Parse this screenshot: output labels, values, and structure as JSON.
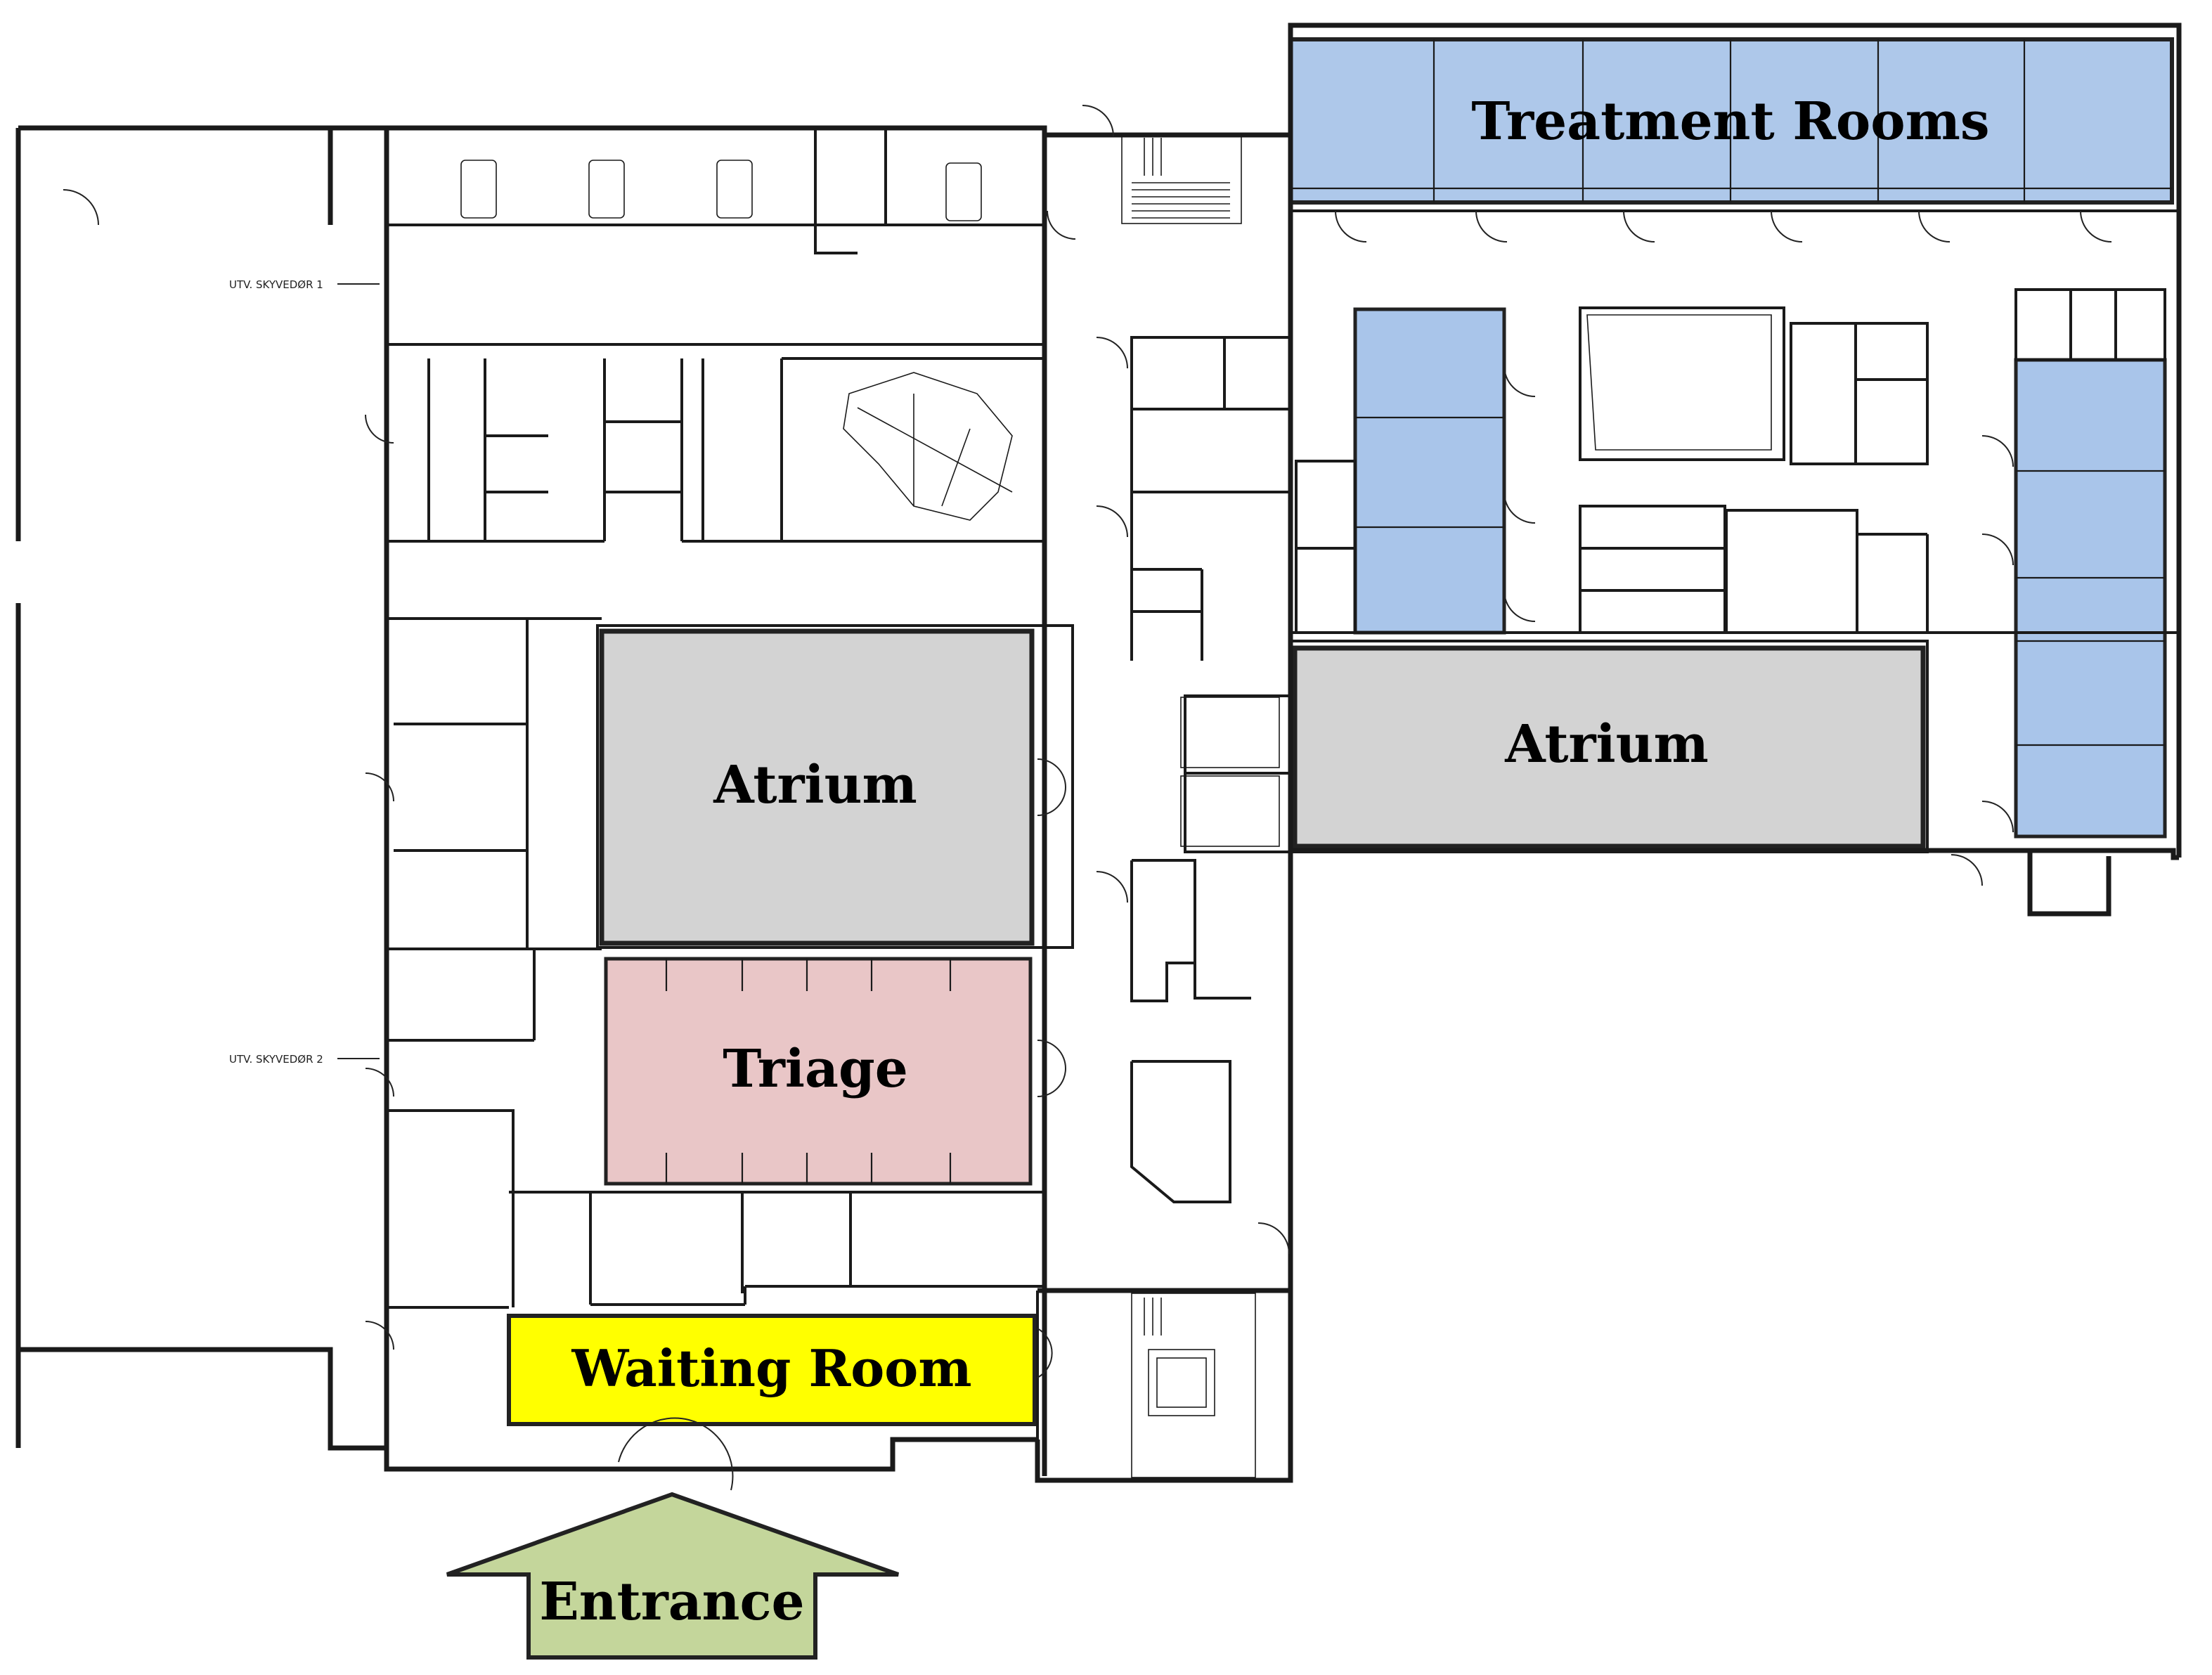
{
  "rooms": {
    "treatment_rooms": {
      "label": "Treatment Rooms",
      "fill": "#aec8ea"
    },
    "atrium_left": {
      "label": "Atrium",
      "fill": "#d3d3d3"
    },
    "atrium_right": {
      "label": "Atrium",
      "fill": "#d3d3d3"
    },
    "triage": {
      "label": "Triage",
      "fill": "#e9c6c7"
    },
    "waiting_room": {
      "label": "Waiting Room",
      "fill": "#ffff00"
    },
    "exam_blocks": {
      "fill": "#a9c5ea"
    }
  },
  "entrance": {
    "label": "Entrance",
    "fill": "#c4d69b"
  },
  "annotations": {
    "door_note_1": "UTV. SKYVEDØR 1",
    "door_note_2": "UTV. SKYVEDØR 2"
  }
}
